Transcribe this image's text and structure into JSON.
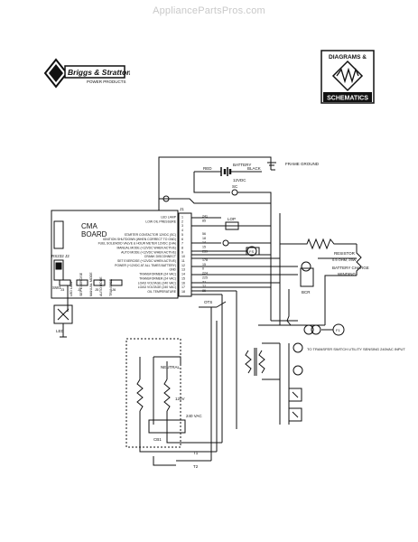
{
  "watermark": "AppliancePartsPros.com",
  "brand": {
    "name": "Briggs & Stratton",
    "tagline": "POWER PRODUCTS"
  },
  "badge": {
    "top": "DIAGRAMS &",
    "bottom": "SCHEMATICS"
  },
  "board": {
    "title": "CMA",
    "subtitle": "BOARD",
    "connector": "J1",
    "j2": "J2",
    "rs232": "RS232",
    "j3": "J3",
    "j4": "J4",
    "j5": "J5",
    "j6": "J6",
    "sw": "SW1",
    "pins": [
      {
        "n": "1",
        "desc": "LED LAMP",
        "wire": "241"
      },
      {
        "n": "2",
        "desc": "LOW OIL PRESSURE",
        "wire": "85"
      },
      {
        "n": "3",
        "desc": "",
        "wire": ""
      },
      {
        "n": "4",
        "desc": "",
        "wire": ""
      },
      {
        "n": "5",
        "desc": "STARTER CONTACTOR 12VDC (SC)",
        "wire": "56"
      },
      {
        "n": "6",
        "desc": "IGNITION SHUTDOWN (WHEN CORRECT TO GND)",
        "wire": "18"
      },
      {
        "n": "7",
        "desc": "FUEL SOLENOID VALVE & HOUR METER 12VDC (14A)",
        "wire": "14"
      },
      {
        "n": "8",
        "desc": "MANUAL MODE (+12VDC WHEN ACTIVE)",
        "wire": "15"
      },
      {
        "n": "9",
        "desc": "AUTO MODE (+12VDC WHEN ACTIVE)",
        "wire": "239"
      },
      {
        "n": "10",
        "desc": "CRANK DISCONNECT",
        "wire": ""
      },
      {
        "n": "11",
        "desc": "SET EXERCISE (+12VDC WHEN ACTIVE)",
        "wire": "178"
      },
      {
        "n": "12",
        "desc": "POWER (+12VDC AT ALL TIMES BATTERY)",
        "wire": "15"
      },
      {
        "n": "13",
        "desc": "GND",
        "wire": "0"
      },
      {
        "n": "14",
        "desc": "TRANSFORMER (24 VAC)",
        "wire": "224"
      },
      {
        "n": "15",
        "desc": "TRANSFORMER (24 VAC)",
        "wire": "225"
      },
      {
        "n": "16",
        "desc": "LOAD VOLTAGE (240 VAC)",
        "wire": "T1"
      },
      {
        "n": "17",
        "desc": "LOAD VOLTAGE (240 VAC)",
        "wire": "T2"
      },
      {
        "n": "18",
        "desc": "OIL TEMPERATURE",
        "wire": "86"
      }
    ],
    "bottom_labels": [
      "LED LAMP",
      "SET EXERCISE",
      "MANUAL MODE",
      "AUTO MODE",
      "TRANSFER"
    ]
  },
  "labels": {
    "battery": "BATTERY",
    "battery_v": "12VDC",
    "red": "RED",
    "black": "BLACK",
    "frame_ground": "FRAME GROUND",
    "sc": "SC",
    "lop": "LOP",
    "bcr": "BCR",
    "resistor": "RESISTOR",
    "resistor_val": "0.5 OHM, 25W",
    "battery_charge": "BATTERY CHARGE",
    "winding": "WINDING",
    "transfer": "TO TRANSFER SWITCH UTILITY SENSING 240VAC INPUT",
    "neutral": "NEUTRAL",
    "v120": "120V",
    "v240": "240 VAC",
    "cb1": "CB1",
    "ots": "OTS",
    "t1": "T1",
    "t2": "T2",
    "f1": "F1",
    "fs": "FS",
    "lamp": "LED",
    "cr": "CR"
  }
}
